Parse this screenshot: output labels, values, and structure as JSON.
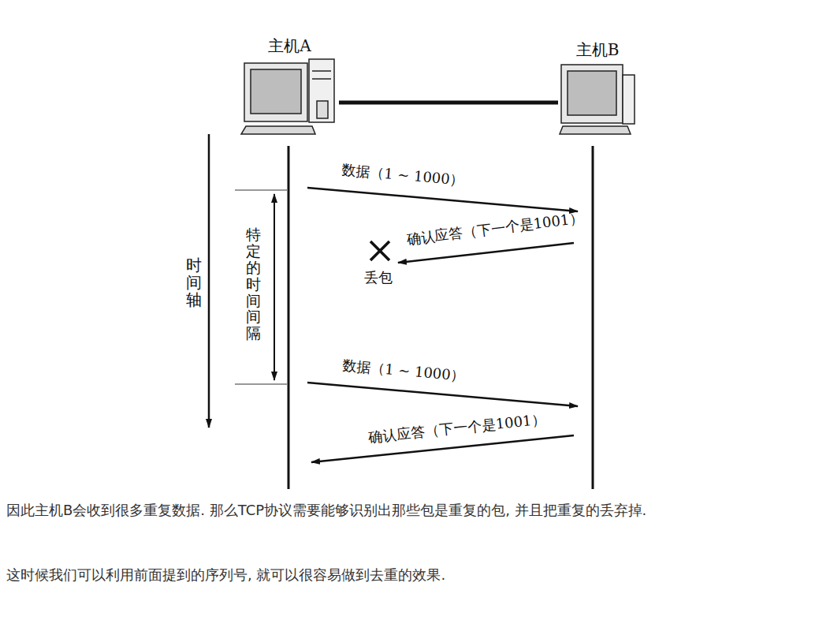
{
  "diagram": {
    "nodes": [
      {
        "text": [
          "主机A"
        ]
      },
      {
        "text": [
          "主机B"
        ]
      }
    ],
    "edges": [
      {
        "from": 0,
        "to": 1,
        "arrow": "none"
      }
    ],
    "labels": [
      "时间轴",
      "特定的时间间隔",
      "数据（1 ~ 1000）",
      "确认应答（下一个是1001）",
      "丢包",
      "数据（1 ~ 1000）",
      "确认应答（下一个是1001）",
      "因此主机B会收到很多重复数据. 那么TCP协议需要能够识别出那些包是重复的包, 并且把重复的丢弃掉.",
      "这时候我们可以利用前面提到的序列号, 就可以很容易做到去重的效果."
    ]
  }
}
